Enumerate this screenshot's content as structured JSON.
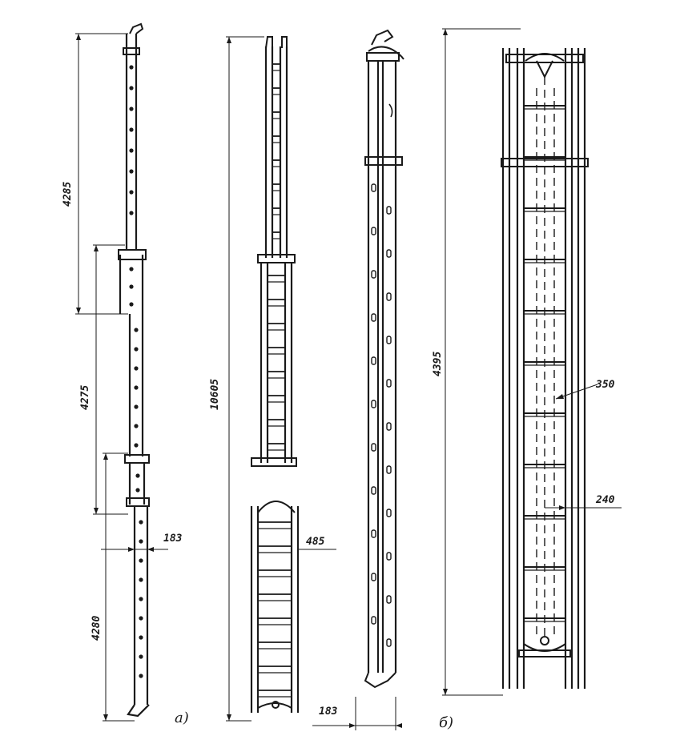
{
  "dimensions": {
    "upper_section": "4285",
    "middle_section": "4275",
    "lower_section": "4280",
    "rail_width_left": "183",
    "total_height": "10605",
    "ladder_width": "485",
    "rail_width_side": "183",
    "frame_height": "4395",
    "rung_spacing": "350",
    "rung_width": "240"
  },
  "captions": {
    "view_a": "а)",
    "view_b": "б)"
  },
  "colors": {
    "ink": "#1a1a1a",
    "paper": "#ffffff"
  }
}
